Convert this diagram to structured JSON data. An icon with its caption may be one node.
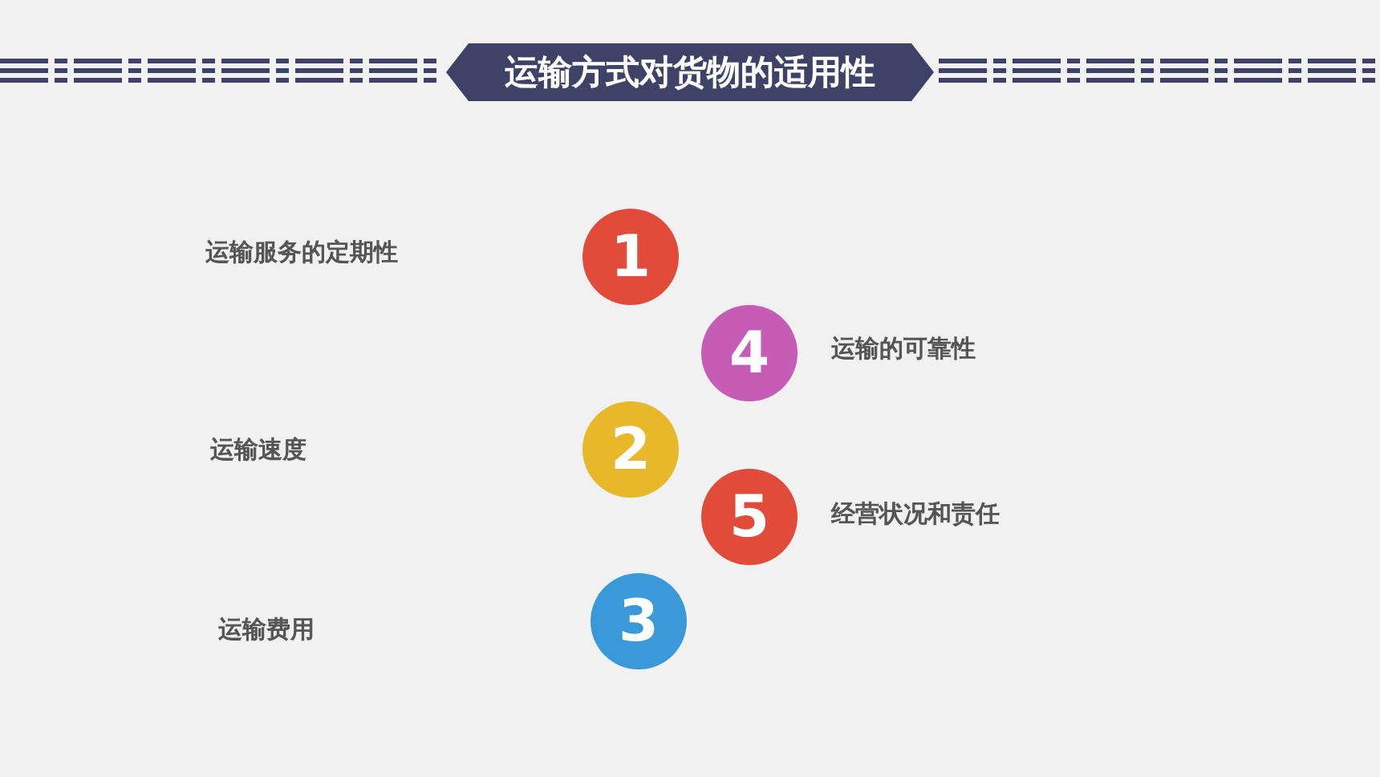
{
  "diagram": {
    "title": "运输方式对货物的适用性",
    "nodes": [
      {
        "text": [
          "1"
        ]
      },
      {
        "text": [
          "4"
        ],
        "beside": [
          "运输的可靠性"
        ]
      },
      {
        "text": [
          "2"
        ]
      },
      {
        "text": [
          "5"
        ],
        "beside": [
          "经营状况和责任"
        ]
      },
      {
        "text": [
          "3"
        ]
      }
    ],
    "labels": [
      "运输服务的定期性",
      "运输速度",
      "运输费用"
    ]
  }
}
